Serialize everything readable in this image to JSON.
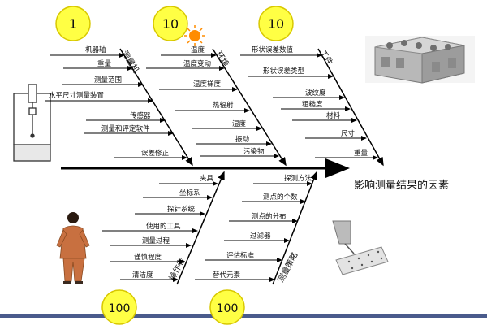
{
  "effect": "影响测量结果的因素",
  "top_categories": [
    {
      "name": "测量机",
      "rating": "1",
      "causes": [
        "机器轴",
        "重量",
        "测量范围",
        "水平尺寸测量装置",
        "传感器",
        "测量和评定软件",
        "误差修正"
      ]
    },
    {
      "name": "环境",
      "rating": "10",
      "causes": [
        "温度",
        "温度变动",
        "温度梯度",
        "热辐射",
        "湿度",
        "振动",
        "污染物"
      ]
    },
    {
      "name": "工件",
      "rating": "10",
      "causes": [
        "形状误差数值",
        "形状误差类型",
        "波纹度",
        "粗糙度",
        "材料",
        "尺寸",
        "重量"
      ]
    }
  ],
  "bottom_categories": [
    {
      "name": "操作者",
      "rating": "100",
      "causes": [
        "夹具",
        "坐标系",
        "探针系统",
        "使用的工具",
        "测量过程",
        "谨慎程度",
        "清洁度"
      ]
    },
    {
      "name": "测量策略",
      "rating": "100",
      "causes": [
        "探测方法",
        "测点的个数",
        "测点的分布",
        "过滤器",
        "评估标准",
        "替代元素"
      ]
    }
  ],
  "colors": {
    "circle_fill": "#ffff44",
    "circle_stroke": "#d8c800",
    "line": "#000000",
    "footer": "#4a5b8c",
    "sun": "#ff8c00"
  },
  "icons": [
    "sun-icon",
    "engine-block-icon",
    "measuring-machine-icon",
    "operator-icon",
    "probe-plate-icon"
  ]
}
